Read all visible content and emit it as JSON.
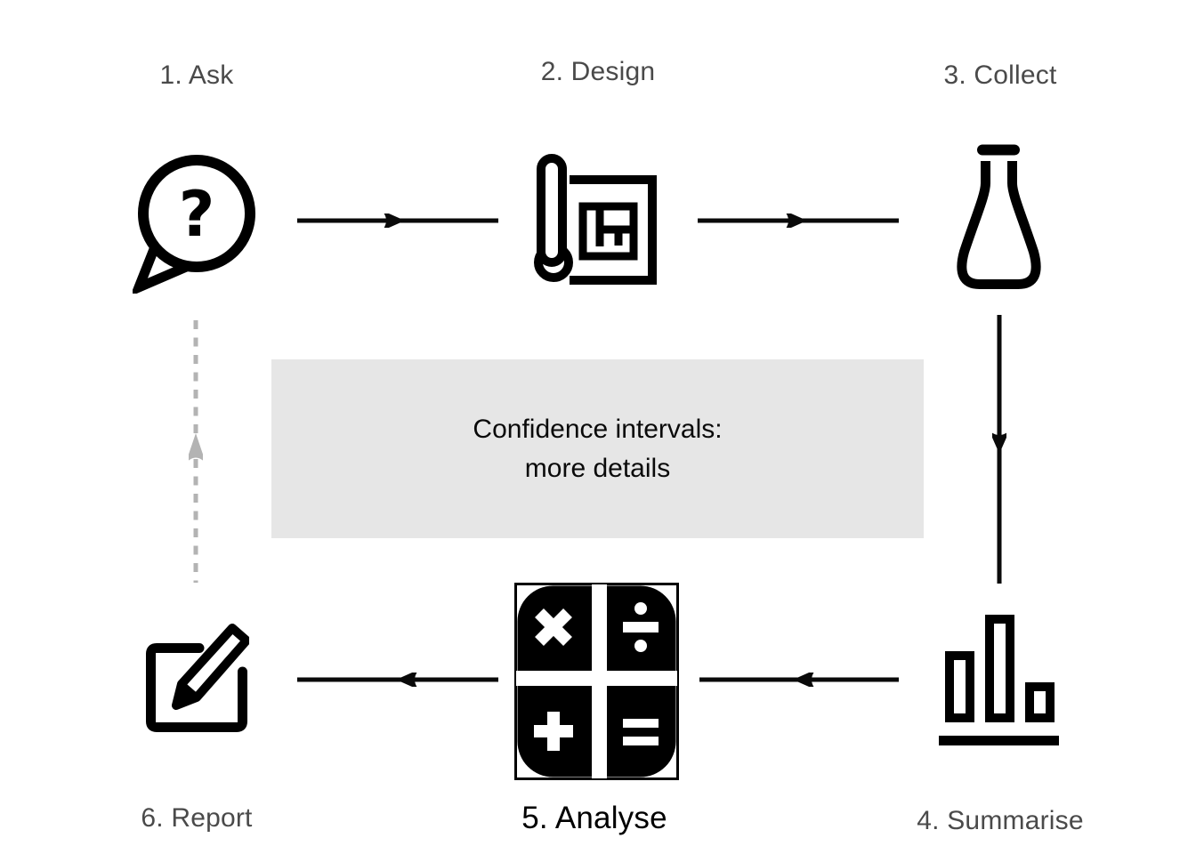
{
  "diagram": {
    "type": "cycle-flowchart",
    "steps": [
      {
        "id": "ask",
        "label": "1. Ask",
        "icon": "speech-bubble-question-icon"
      },
      {
        "id": "design",
        "label": "2. Design",
        "icon": "blueprint-scroll-icon"
      },
      {
        "id": "collect",
        "label": "3. Collect",
        "icon": "flask-icon"
      },
      {
        "id": "summarise",
        "label": "4. Summarise",
        "icon": "bar-chart-icon"
      },
      {
        "id": "analyse",
        "label": "5. Analyse",
        "icon": "calculator-icon",
        "emphasis": true
      },
      {
        "id": "report",
        "label": "6. Report",
        "icon": "pencil-edit-icon"
      }
    ],
    "center_note": {
      "line1": "Confidence intervals:",
      "line2": "more details"
    },
    "arrows": [
      {
        "from": "ask",
        "to": "design",
        "style": "solid"
      },
      {
        "from": "design",
        "to": "collect",
        "style": "solid"
      },
      {
        "from": "collect",
        "to": "summarise",
        "style": "solid"
      },
      {
        "from": "summarise",
        "to": "analyse",
        "style": "solid"
      },
      {
        "from": "analyse",
        "to": "report",
        "style": "solid"
      },
      {
        "from": "report",
        "to": "ask",
        "style": "dotted"
      }
    ],
    "colors": {
      "background": "#ffffff",
      "label": "#4a4a4a",
      "emphasis_label": "#000000",
      "note_background": "#e6e6e6",
      "note_text": "#0a0a0a",
      "icon": "#000000",
      "arrow": "#0a0a0a",
      "return_arrow": "#b3b3b3"
    }
  }
}
